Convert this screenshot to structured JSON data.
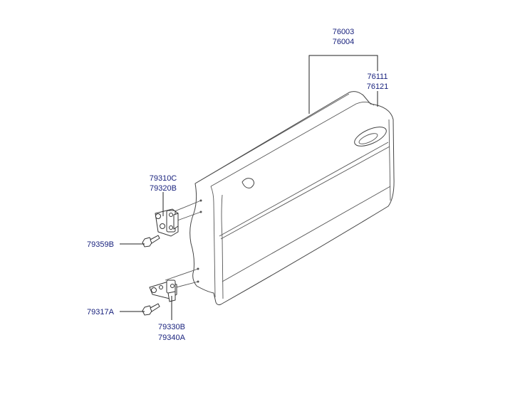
{
  "labels": {
    "door_assembly": [
      "76003",
      "76004"
    ],
    "door_panel": [
      "76111",
      "76121"
    ],
    "upper_hinge": [
      "79310C",
      "79320B"
    ],
    "hinge_bolt_upper": "79359B",
    "hinge_bolt_lower": "79317A",
    "lower_hinge": [
      "79330B",
      "79340A"
    ]
  }
}
